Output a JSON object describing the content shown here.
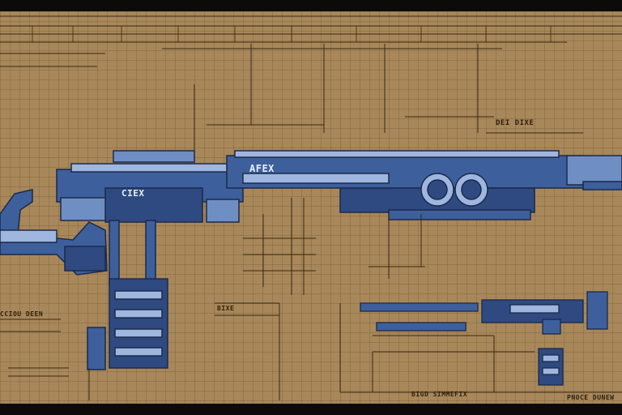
{
  "colors": {
    "paper": "#a8875a",
    "ink": "#3a2a14",
    "steel_blue": "#3d5f9c",
    "steel_light": "#9fb6df",
    "steel_dark": "#1c2a4a",
    "frame": "#0c0b09"
  },
  "labels": {
    "body_marking": "AFEX",
    "grip_marking": "CIEX",
    "spec_top_right": "DEI DIXE",
    "callout_left": "CCIOU DEEN",
    "callout_lower": "BIXE",
    "footer_center": "BIGD SIMMEFIX",
    "footer_right": "PNOCE DUNEW"
  },
  "icons": [
    "rifle-schematic",
    "barrel-detail",
    "magazine-detail"
  ]
}
